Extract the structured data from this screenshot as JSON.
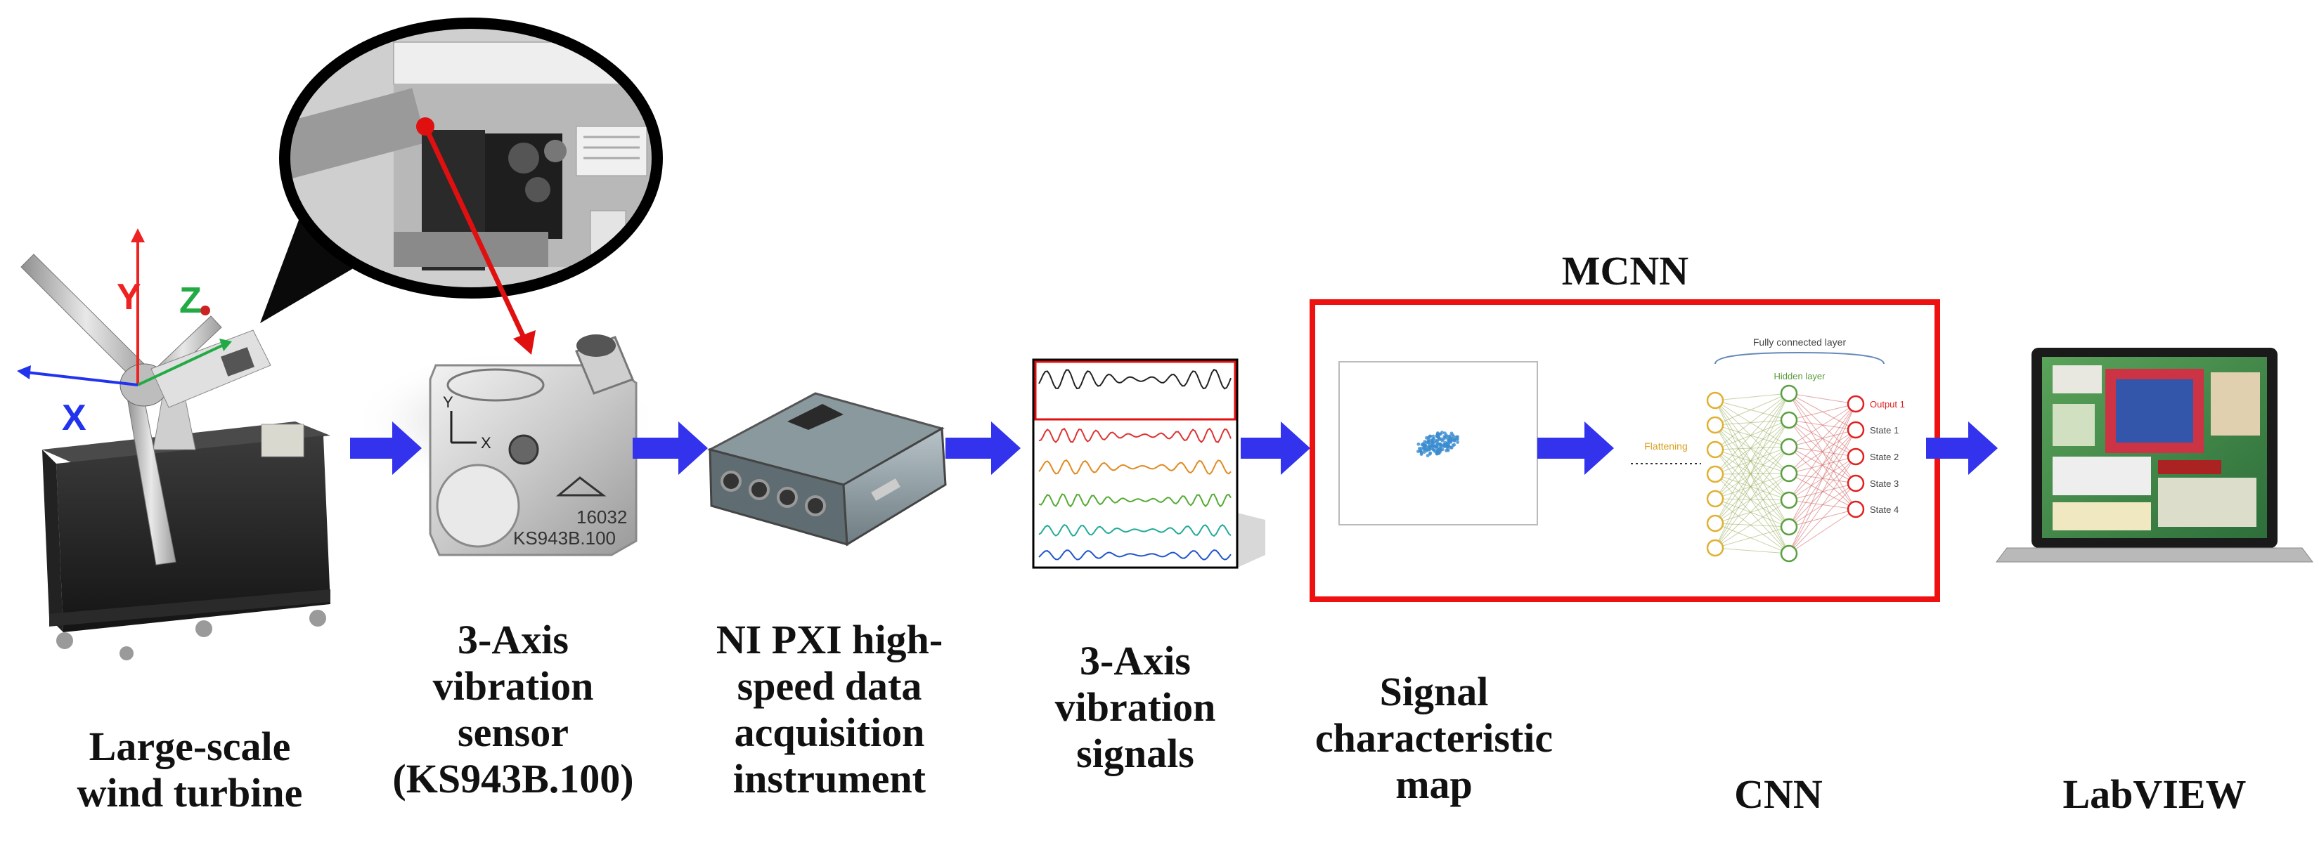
{
  "diagram": {
    "title": "MCNN",
    "stages": [
      {
        "id": "turbine",
        "label_lines": [
          "Large-scale",
          "wind turbine"
        ]
      },
      {
        "id": "sensor",
        "label_lines": [
          "3-Axis",
          "vibration",
          "sensor",
          "(KS943B.100)"
        ]
      },
      {
        "id": "daq",
        "label_lines": [
          "NI PXI high-",
          "speed data",
          "acquisition",
          "instrument"
        ]
      },
      {
        "id": "signals",
        "label_lines": [
          "3-Axis",
          "vibration",
          "signals"
        ]
      },
      {
        "id": "map",
        "label_lines": [
          "Signal",
          "characteristic",
          "map"
        ]
      },
      {
        "id": "cnn",
        "label_lines": [
          "CNN"
        ]
      },
      {
        "id": "labview",
        "label_lines": [
          "LabVIEW"
        ]
      }
    ],
    "axes": {
      "x": "X",
      "y": "Y",
      "z": "Z"
    },
    "sensor_text": {
      "model_line1": "16032",
      "model_line2": "KS943B.100",
      "axis_y": "Y",
      "axis_x": "X"
    },
    "cnn_text": {
      "top_layer": "Fully connected layer",
      "hidden": "Hidden layer",
      "flatten": "Flattening",
      "outputs": [
        "Output 1",
        "State 1",
        "State 2",
        "State 3",
        "State 4"
      ]
    },
    "colors": {
      "arrow": "#3333ee",
      "frame": "#ee1111",
      "axis_y": "#ee2222",
      "axis_z": "#22aa44",
      "axis_x": "#2233ee"
    }
  }
}
